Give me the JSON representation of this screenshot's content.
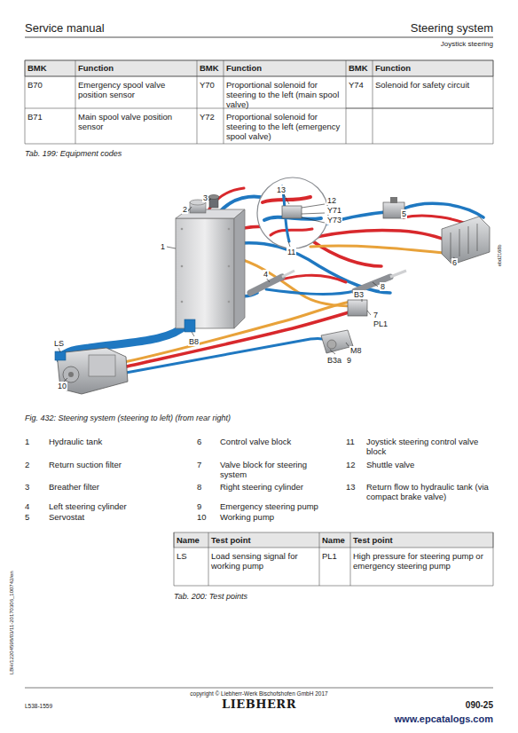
{
  "diagram": {
    "caption": "Fig. 432: Steering system (steering to left) (from rear right)",
    "labels": [
      "Service manual",
      "Steering system",
      "Joystick steering",
      "BMK",
      "Function",
      "BMK",
      "Function",
      "BMK",
      "Function",
      "B70",
      "Emergency spool valve position sensor",
      "Y70",
      "Proportional solenoid for steering to the left (main spool valve)",
      "Y74",
      "Solenoid for safety circuit",
      "B71",
      "Main spool valve position sensor",
      "Y72",
      "Proportional solenoid for steering to the left (emergency spool valve)",
      "Tab. 199: Equipment codes",
      "3",
      "2",
      "1",
      "13",
      "12",
      "Y71",
      "Y73",
      "11",
      "5",
      "6",
      "4",
      "8",
      "B3",
      "7",
      "PL1",
      "M8",
      "B3a",
      "9",
      "B8",
      "LS",
      "10",
      "ebd2168b",
      "1",
      "Hydraulic tank",
      "6",
      "Control valve block",
      "11",
      "Joystick steering control valve block",
      "2",
      "Return suction filter",
      "7",
      "Valve block for steering system",
      "12",
      "Shuttle valve",
      "3",
      "Breather filter",
      "8",
      "Right steering cylinder",
      "13",
      "Return flow to hydraulic tank (via compact brake valve)",
      "4",
      "Left steering cylinder",
      "9",
      "Emergency steering pump",
      "5",
      "Servostat",
      "10",
      "Working pump",
      "Name",
      "Test point",
      "Name",
      "Test point",
      "LS",
      "Load sensing signal for working pump",
      "PL1",
      "High pressure for steering pump or emergency steering pump",
      "Tab. 200: Test points",
      "LBH/12204598/03/11-20170306_100742/en",
      "copyright © Liebherr-Werk Bischofshofen GmbH 2017",
      "L538-1559",
      "LIEBHERR",
      "090-25",
      "www.epcatalogs.com"
    ]
  }
}
